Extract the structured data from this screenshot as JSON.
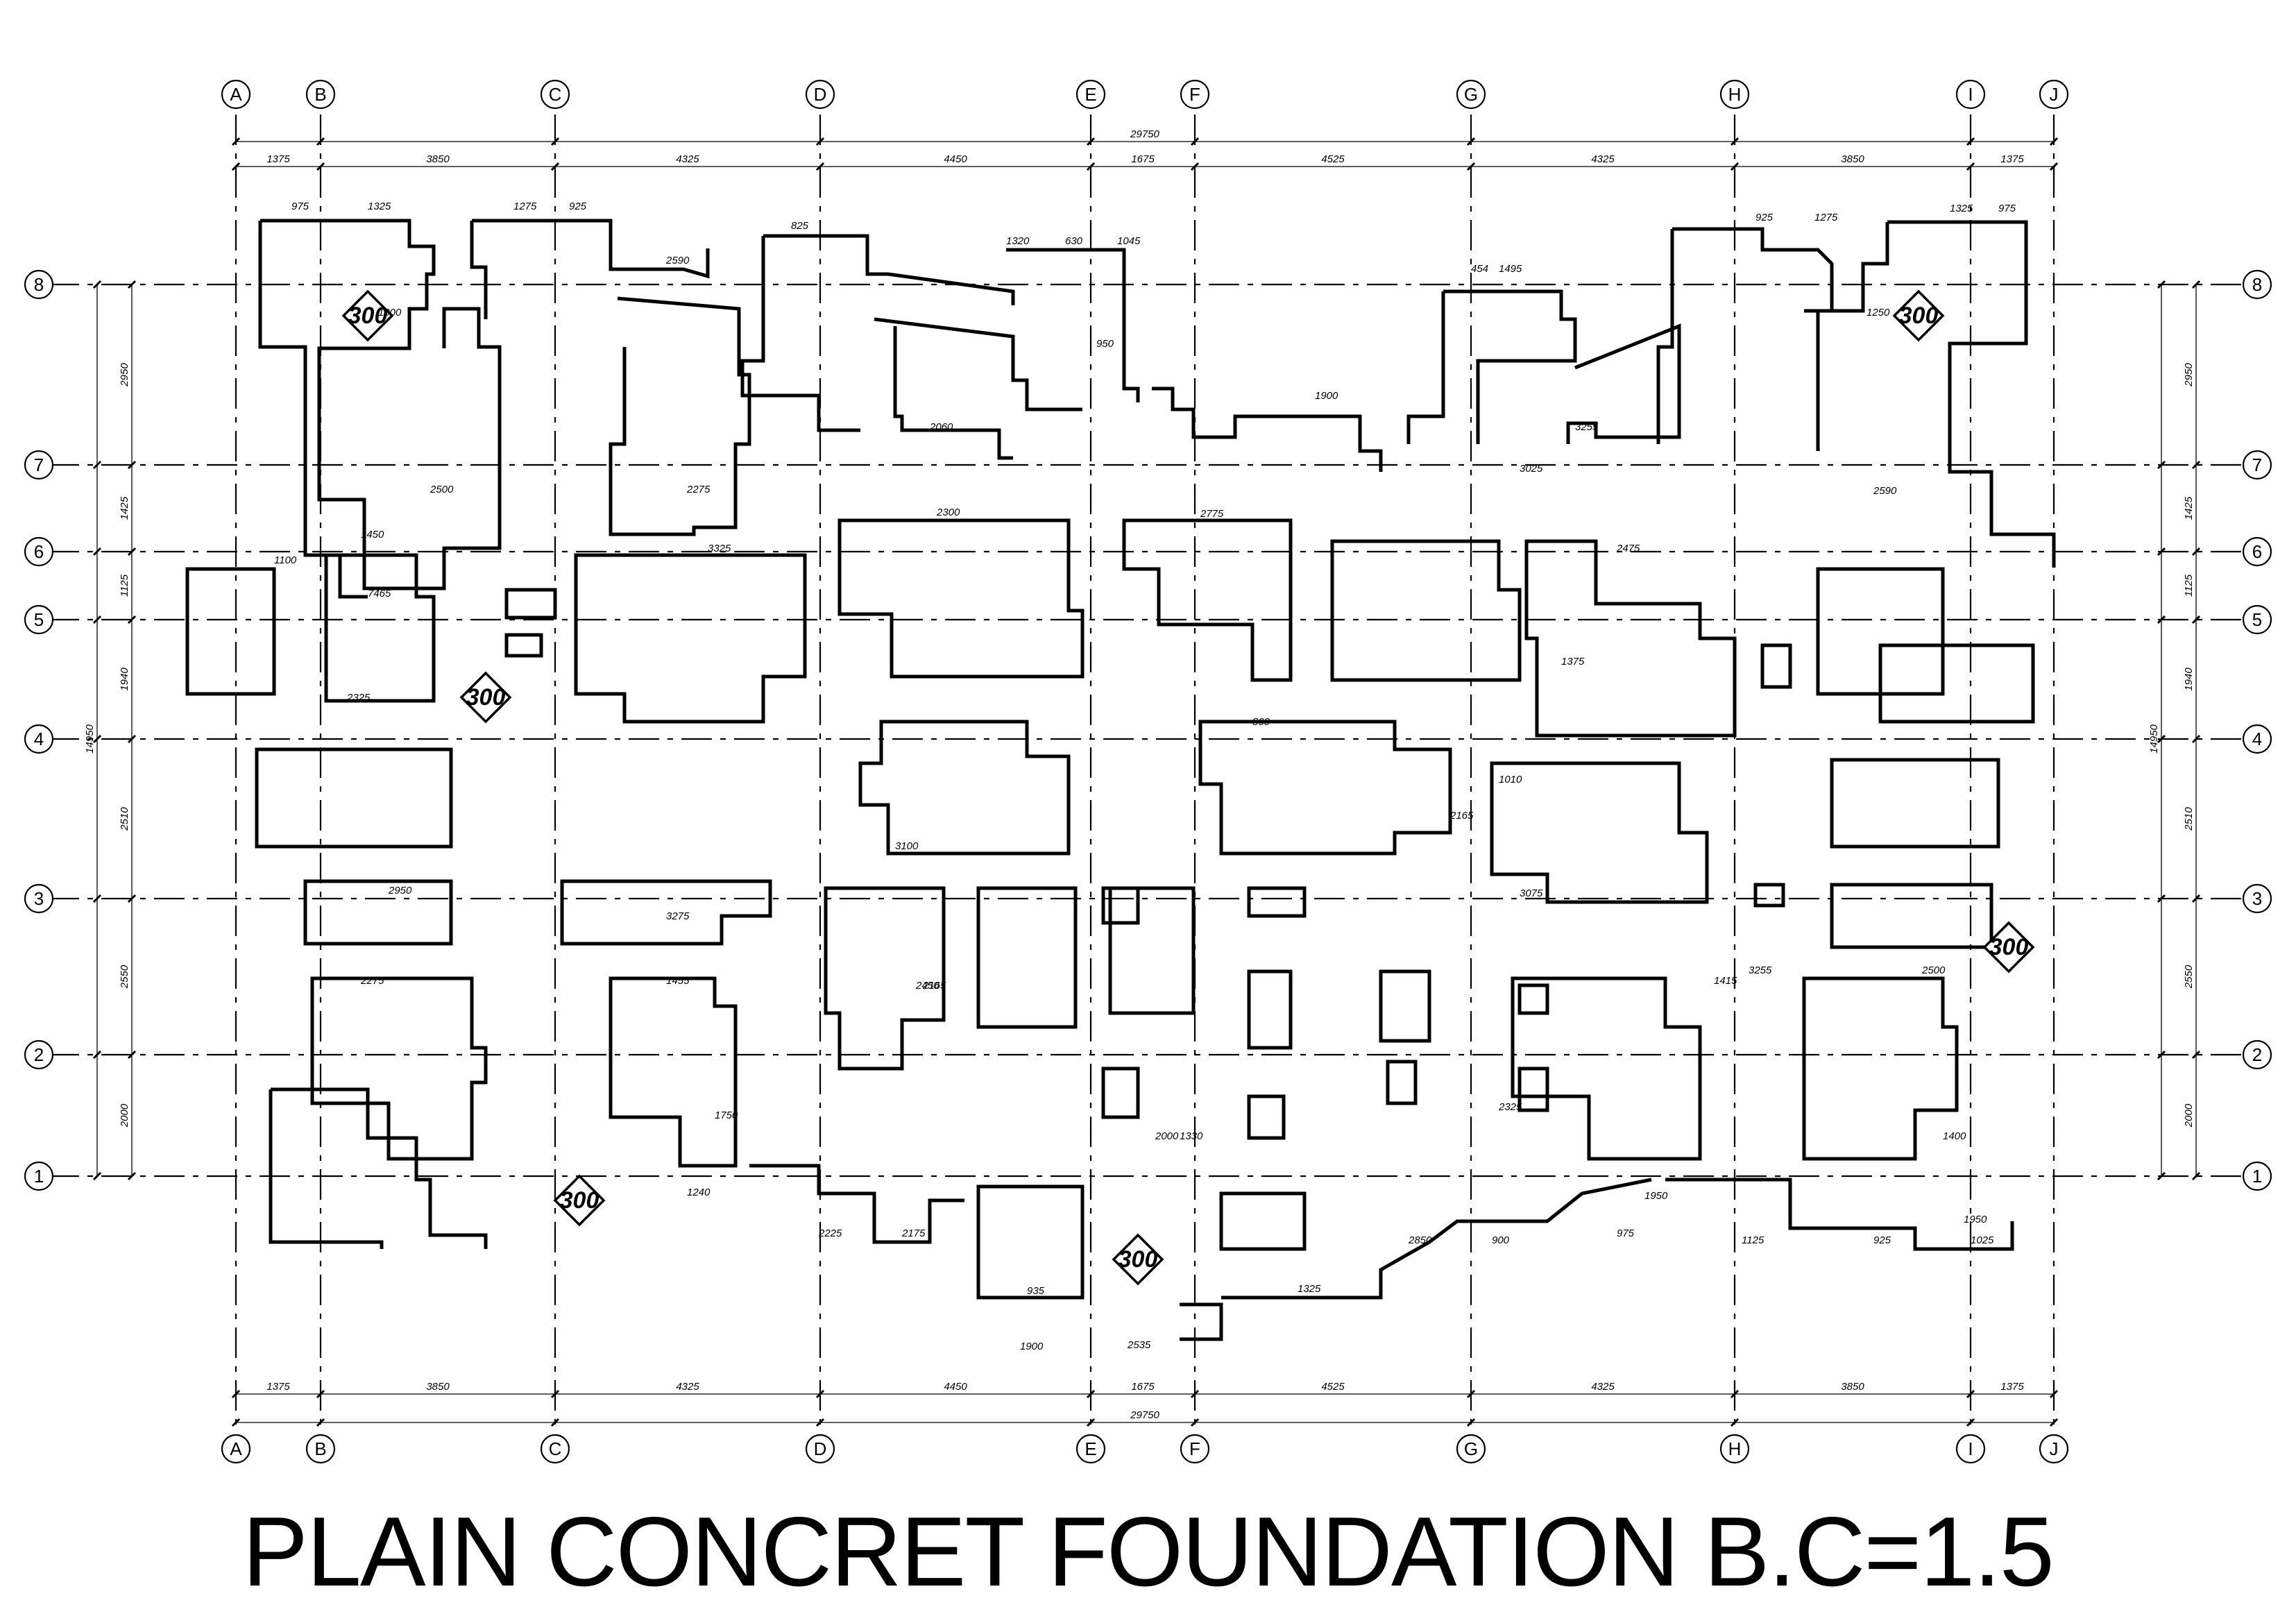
{
  "title": "PLAIN CONCRET FOUNDATION B.C=1.5",
  "grid": {
    "columns": [
      "A",
      "B",
      "C",
      "D",
      "E",
      "F",
      "G",
      "H",
      "I",
      "J"
    ],
    "rows": [
      "8",
      "7",
      "6",
      "5",
      "4",
      "3",
      "2",
      "1"
    ]
  },
  "dimensions": {
    "overall_width": "29750",
    "column_spacings": [
      "1375",
      "3850",
      "4325",
      "4450",
      "1675",
      "4525",
      "4325",
      "3850",
      "1375"
    ],
    "row_spacings": [
      "2950",
      "1425",
      "1125",
      "1940",
      "2510",
      "2550",
      "2000"
    ],
    "row_overall": "14950"
  },
  "thickness_tags": [
    {
      "label": "300"
    },
    {
      "label": "300"
    },
    {
      "label": "300"
    },
    {
      "label": "300"
    },
    {
      "label": "300"
    },
    {
      "label": "300"
    }
  ],
  "footing_labels": [
    "975",
    "1325",
    "1275",
    "925",
    "2590",
    "825",
    "1320",
    "630",
    "1045",
    "925",
    "1275",
    "1325",
    "975",
    "1495",
    "454",
    "1000",
    "1250",
    "950",
    "2500",
    "2275",
    "2060",
    "1900",
    "3255",
    "3025",
    "2590",
    "1100",
    "1450",
    "3325",
    "2475",
    "2300",
    "2775",
    "1375",
    "7465",
    "2325",
    "800",
    "1010",
    "2165",
    "3100",
    "3075",
    "2950",
    "3275",
    "2165",
    "3255",
    "2450",
    "2500",
    "2275",
    "1455",
    "1415",
    "2325",
    "1750",
    "1330",
    "2000",
    "1400",
    "1240",
    "1950",
    "2225",
    "2175",
    "1125",
    "975",
    "935",
    "1900",
    "2535",
    "1325",
    "2850",
    "900",
    "1025",
    "925",
    "1950"
  ]
}
